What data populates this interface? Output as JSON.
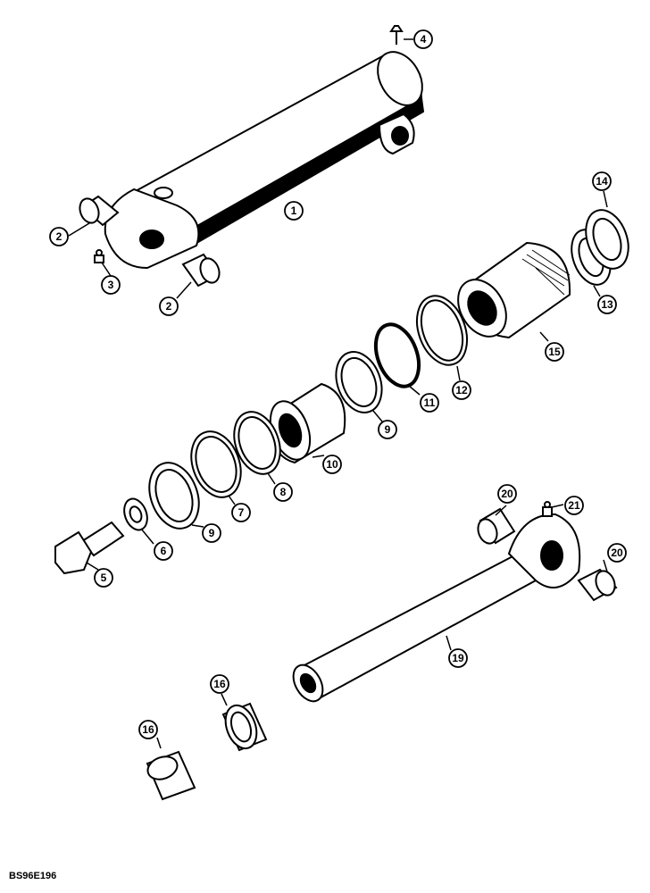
{
  "figure_code": "BS96E196",
  "callouts": [
    {
      "label": "1"
    },
    {
      "label": "2"
    },
    {
      "label": "2"
    },
    {
      "label": "3"
    },
    {
      "label": "4"
    },
    {
      "label": "5"
    },
    {
      "label": "6"
    },
    {
      "label": "7"
    },
    {
      "label": "8"
    },
    {
      "label": "9"
    },
    {
      "label": "9"
    },
    {
      "label": "10"
    },
    {
      "label": "11"
    },
    {
      "label": "12"
    },
    {
      "label": "13"
    },
    {
      "label": "14"
    },
    {
      "label": "15"
    },
    {
      "label": "16"
    },
    {
      "label": "16"
    },
    {
      "label": "19"
    },
    {
      "label": "20"
    },
    {
      "label": "20"
    },
    {
      "label": "21"
    }
  ]
}
